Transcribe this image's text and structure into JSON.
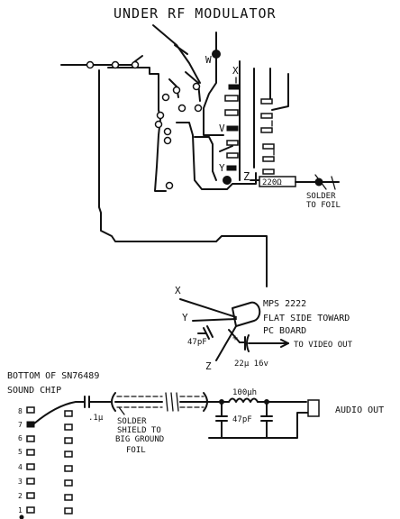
{
  "title": "UNDER RF MODULATOR",
  "labels": {
    "w": "W",
    "x": "X",
    "v": "V",
    "y": "Y",
    "z": "Z",
    "resistor": "220Ω",
    "solder_foil_1": "SOLDER",
    "solder_foil_2": "TO FOIL"
  },
  "transistor": {
    "part": "MPS 2222",
    "note_1": "FLAT SIDE TOWARD",
    "note_2": "PC BOARD",
    "x": "X",
    "y": "Y",
    "z": "Z",
    "cap_small": "47pF",
    "cap_large": "22μ 16v",
    "video_out": "TO VIDEO OUT",
    "plus": "+"
  },
  "chip": {
    "heading_1": "BOTTOM OF SN76489",
    "heading_2": "SOUND CHIP",
    "pins": [
      "8",
      "7",
      "6",
      "5",
      "4",
      "3",
      "2",
      "1"
    ],
    "coupling_cap": ".1μ",
    "shield_1": "SOLDER",
    "shield_2": "SHIELD TO",
    "shield_3": "BIG GROUND",
    "shield_4": "FOIL"
  },
  "audio": {
    "inductor": "100μh",
    "cap": "47pF",
    "out": "AUDIO OUT"
  }
}
